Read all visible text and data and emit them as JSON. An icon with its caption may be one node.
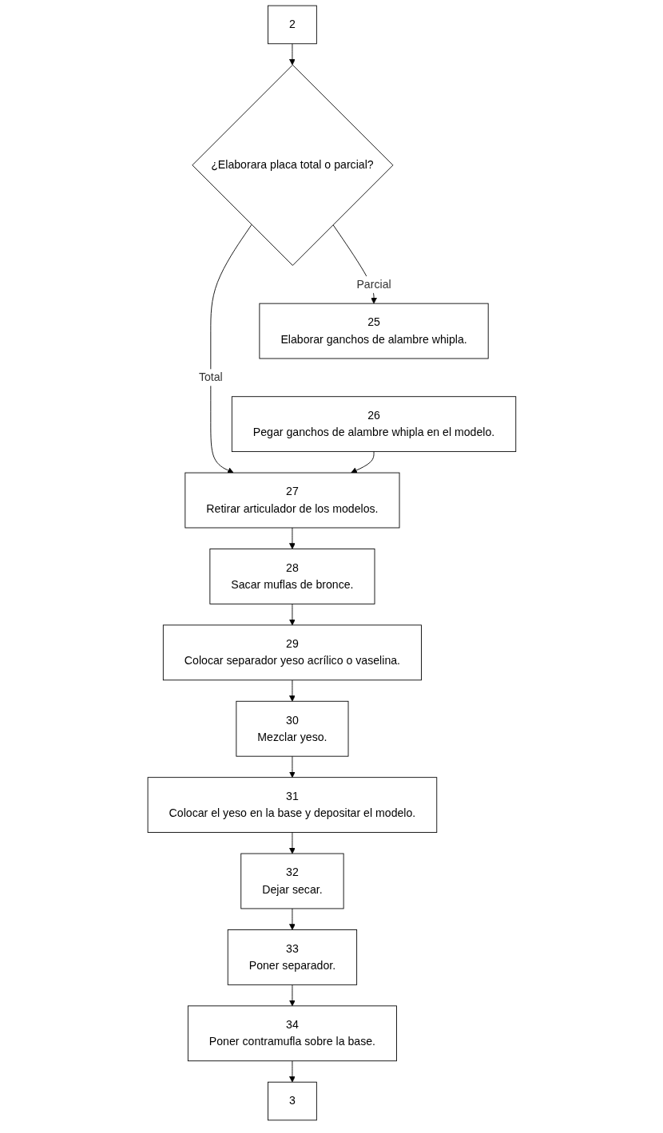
{
  "diagram": {
    "nodes": [
      {
        "text": [
          "2"
        ]
      },
      {
        "text": [
          "¿Elaborara placa total o parcial?"
        ]
      },
      {
        "text": [
          "25",
          "Elaborar ganchos de alambre whipla."
        ]
      },
      {
        "text": [
          "26",
          "Pegar ganchos de alambre whipla en el modelo."
        ]
      },
      {
        "text": [
          "27",
          "Retirar articulador de los modelos."
        ]
      },
      {
        "text": [
          "28",
          "Sacar muflas de bronce."
        ]
      },
      {
        "text": [
          "29",
          "Colocar separador yeso acrílico o vaselina."
        ]
      },
      {
        "text": [
          "30",
          "Mezclar yeso."
        ]
      },
      {
        "text": [
          "31",
          "Colocar el yeso en la base y depositar el modelo."
        ]
      },
      {
        "text": [
          "32",
          "Dejar secar."
        ]
      },
      {
        "text": [
          "33",
          "Poner separador."
        ]
      },
      {
        "text": [
          "34",
          "Poner contramufla sobre la base."
        ]
      },
      {
        "text": [
          "3"
        ]
      }
    ],
    "edges": [
      {
        "from": 0,
        "to": 1,
        "arrow": "to"
      },
      {
        "from": 1,
        "to": 2,
        "arrow": "to",
        "label": "Parcial"
      },
      {
        "from": 1,
        "to": 4,
        "arrow": "to",
        "label": "Total"
      },
      {
        "from": 3,
        "to": 4,
        "arrow": "to"
      },
      {
        "from": 4,
        "to": 5,
        "arrow": "to"
      },
      {
        "from": 5,
        "to": 6,
        "arrow": "to"
      },
      {
        "from": 6,
        "to": 7,
        "arrow": "to"
      },
      {
        "from": 7,
        "to": 8,
        "arrow": "to"
      },
      {
        "from": 8,
        "to": 9,
        "arrow": "to"
      },
      {
        "from": 9,
        "to": 10,
        "arrow": "to"
      },
      {
        "from": 10,
        "to": 11,
        "arrow": "to"
      },
      {
        "from": 11,
        "to": 12,
        "arrow": "to"
      }
    ]
  }
}
